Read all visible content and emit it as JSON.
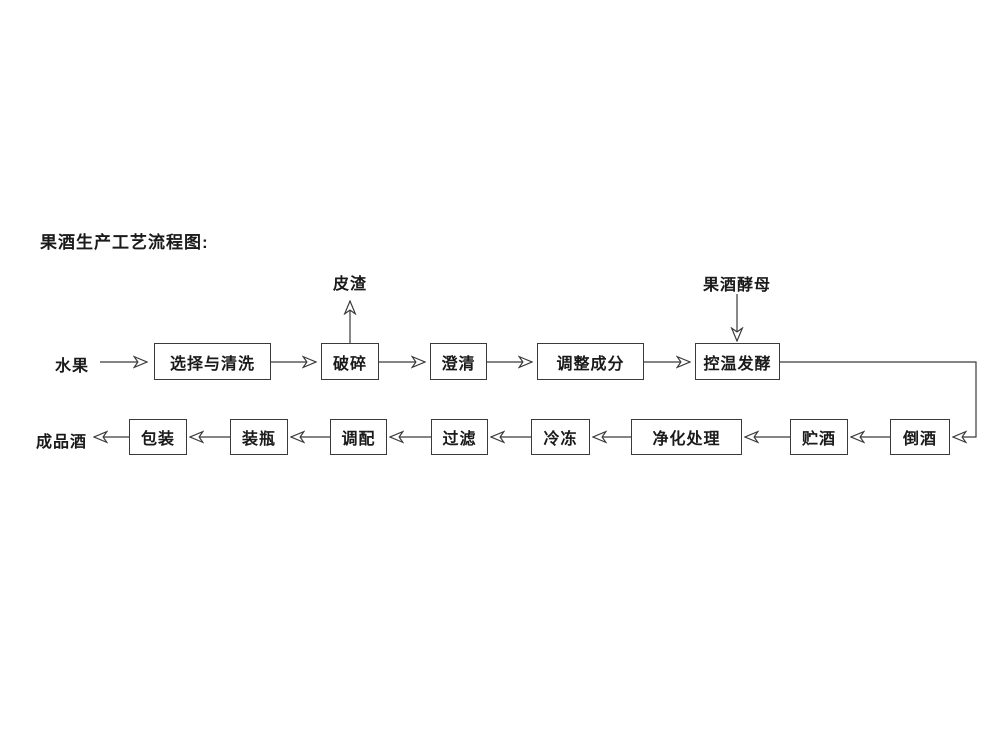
{
  "title": "果酒生产工艺流程图:",
  "flowchart": {
    "start": {
      "label": "水果"
    },
    "byproduct": {
      "label": "皮渣"
    },
    "additive": {
      "label": "果酒酵母"
    },
    "end": {
      "label": "成品酒"
    },
    "row1": [
      {
        "label": "选择与清洗"
      },
      {
        "label": "破碎"
      },
      {
        "label": "澄清"
      },
      {
        "label": "调整成分"
      },
      {
        "label": "控温发酵"
      }
    ],
    "row2": [
      {
        "label": "倒酒"
      },
      {
        "label": "贮酒"
      },
      {
        "label": "净化处理"
      },
      {
        "label": "冷冻"
      },
      {
        "label": "过滤"
      },
      {
        "label": "调配"
      },
      {
        "label": "装瓶"
      },
      {
        "label": "包装"
      }
    ],
    "edges": [
      {
        "from": "水果",
        "to": "选择与清洗"
      },
      {
        "from": "选择与清洗",
        "to": "破碎"
      },
      {
        "from": "破碎",
        "to": "皮渣"
      },
      {
        "from": "破碎",
        "to": "澄清"
      },
      {
        "from": "澄清",
        "to": "调整成分"
      },
      {
        "from": "调整成分",
        "to": "控温发酵"
      },
      {
        "from": "果酒酵母",
        "to": "控温发酵"
      },
      {
        "from": "控温发酵",
        "to": "倒酒"
      },
      {
        "from": "倒酒",
        "to": "贮酒"
      },
      {
        "from": "贮酒",
        "to": "净化处理"
      },
      {
        "from": "净化处理",
        "to": "冷冻"
      },
      {
        "from": "冷冻",
        "to": "过滤"
      },
      {
        "from": "过滤",
        "to": "调配"
      },
      {
        "from": "调配",
        "to": "装瓶"
      },
      {
        "from": "装瓶",
        "to": "包装"
      },
      {
        "from": "包装",
        "to": "成品酒"
      }
    ],
    "line_color": "#3a3a3a",
    "background_color": "#ffffff"
  }
}
